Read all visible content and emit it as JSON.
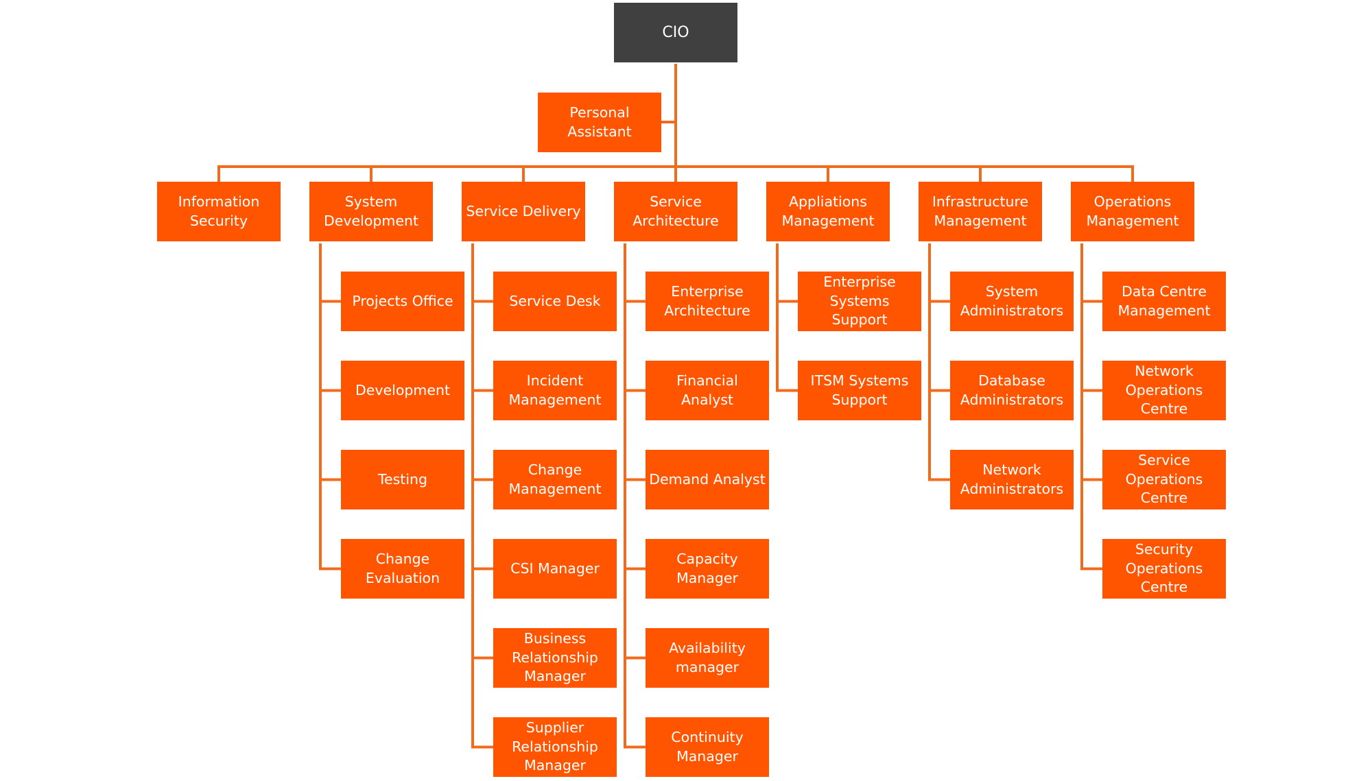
{
  "colors": {
    "root_fill": "#404040",
    "node_fill": "#ff5500",
    "connector": "#f26a1b",
    "text": "#ffffff",
    "background": "#ffffff"
  },
  "org": {
    "root": "CIO",
    "assistant": "Personal\nAssistant",
    "departments": [
      {
        "label": "Information\nSecurity",
        "children": []
      },
      {
        "label": "System\nDevelopment",
        "children": [
          "Projects Office",
          "Development",
          "Testing",
          "Change\nEvaluation"
        ]
      },
      {
        "label": "Service Delivery",
        "children": [
          "Service Desk",
          "Incident\nManagement",
          "Change\nManagement",
          "CSI Manager",
          "Business\nRelationship\nManager",
          "Supplier\nRelationship\nManager"
        ]
      },
      {
        "label": "Service\nArchitecture",
        "children": [
          "Enterprise\nArchitecture",
          "Financial Analyst",
          "Demand Analyst",
          "Capacity\nManager",
          "Availability\nmanager",
          "Continuity\nManager"
        ]
      },
      {
        "label": "Appliations\nManagement",
        "children": [
          "Enterprise\nSystems Support",
          "ITSM Systems\nSupport"
        ]
      },
      {
        "label": "Infrastructure\nManagement",
        "children": [
          "System\nAdministrators",
          "Database\nAdministrators",
          "Network\nAdministrators"
        ]
      },
      {
        "label": "Operations\nManagement",
        "children": [
          "Data Centre\nManagement",
          "Network\nOperations\nCentre",
          "Service\nOperations\nCentre",
          "Security\nOperations\nCentre"
        ]
      }
    ]
  }
}
